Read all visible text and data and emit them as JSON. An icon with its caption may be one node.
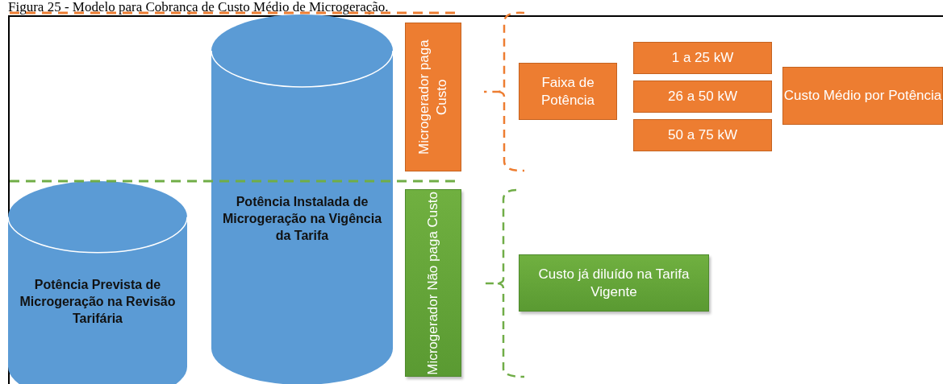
{
  "diagram": {
    "title": "Figura 25 - Modelo para Cobrança de Custo Médio de Microgeração.",
    "nodes": [
      {
        "text": [
          "Potência Prevista de Microgeração na Revisão Tarifária"
        ]
      },
      {
        "text": [
          "Potência Instalada de Microgeração na Vigência da Tarifa"
        ]
      },
      {
        "text": [
          "Microgerador paga Custo"
        ]
      },
      {
        "text": [
          "Faixa de Potência"
        ]
      },
      {
        "text": [
          "1 a 25 kW"
        ]
      },
      {
        "text": [
          "26 a 50 kW"
        ]
      },
      {
        "text": [
          "50 a 75 kW"
        ]
      },
      {
        "text": [
          "Custo Médio por Potência"
        ]
      },
      {
        "text": [
          "Microgerador Não paga Custo"
        ]
      },
      {
        "text": [
          "Custo já diluído na Tarifa Vigente"
        ]
      }
    ]
  }
}
